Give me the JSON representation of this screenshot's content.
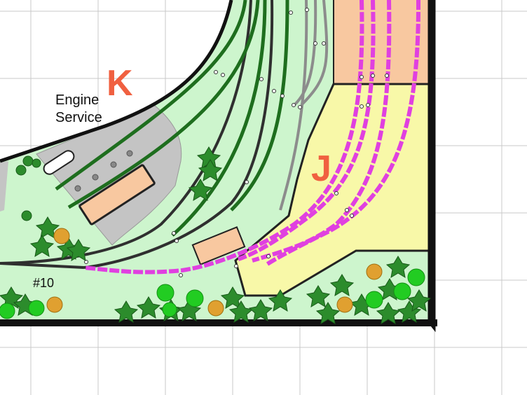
{
  "labels": {
    "region_k": "K",
    "region_j": "J",
    "engine_service_line1": "Engine",
    "engine_service_line2": "Service",
    "turnout": "#10"
  },
  "colors": {
    "grid": "#c8c8c8",
    "ground": "#cdf5cd",
    "benchwork_edge": "#111111",
    "dark_track": "#2f2f2f",
    "green_track": "#1e6e1e",
    "gray_track": "#8c8c8c",
    "magenta_track": "#e040e0",
    "peach_area": "#f8c8a0",
    "yellow_area": "#f8f8a8",
    "engine_pad": "#c4c4c4",
    "region_label": "#f06040",
    "tree_dark": "#2c8c2c",
    "tree_bright": "#22cc22",
    "tree_orange": "#e0a030"
  },
  "icons": [
    "conifer-tree-icon",
    "round-tree-icon",
    "orange-tree-icon"
  ]
}
